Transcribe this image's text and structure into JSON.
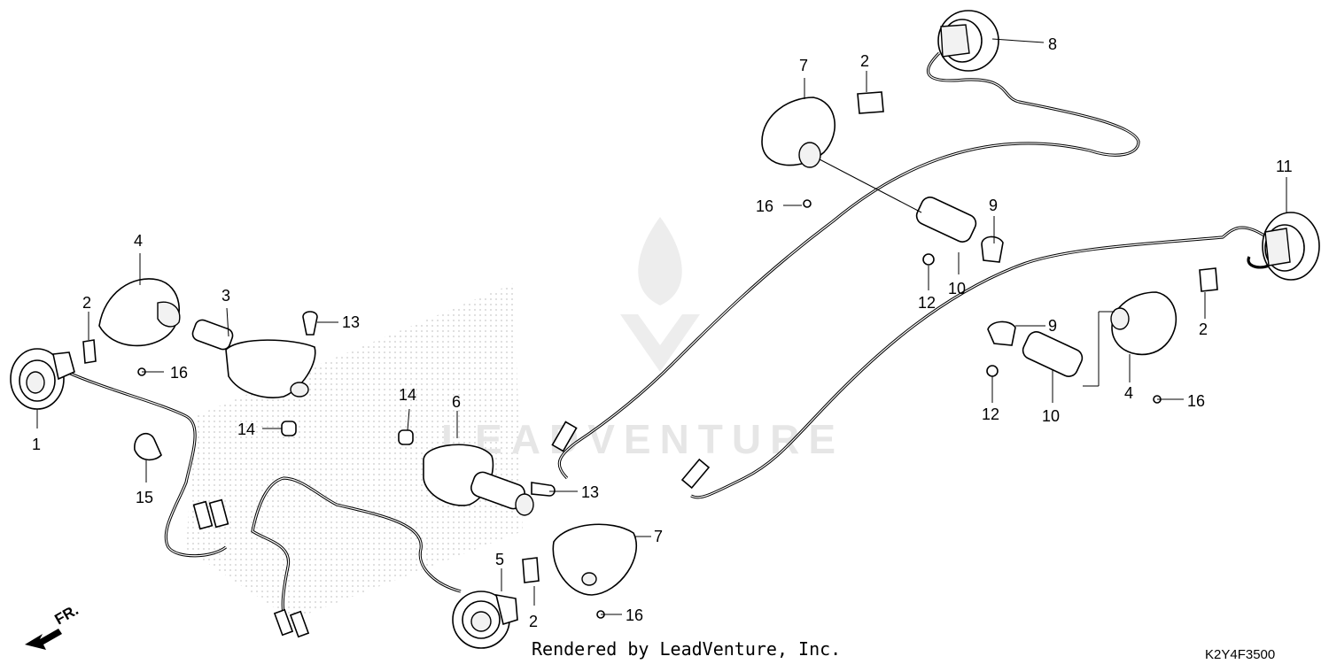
{
  "watermark": {
    "brand": "LEADVENTURE"
  },
  "footer": {
    "credit": "Rendered by LeadVenture, Inc.",
    "diagram_code": "K2Y4F3500"
  },
  "direction": {
    "label": "FR."
  },
  "callouts": [
    {
      "id": "c1",
      "n": "1"
    },
    {
      "id": "c2a",
      "n": "2"
    },
    {
      "id": "c2b",
      "n": "2"
    },
    {
      "id": "c2c",
      "n": "2"
    },
    {
      "id": "c2d",
      "n": "2"
    },
    {
      "id": "c3",
      "n": "3"
    },
    {
      "id": "c4a",
      "n": "4"
    },
    {
      "id": "c4b",
      "n": "4"
    },
    {
      "id": "c5",
      "n": "5"
    },
    {
      "id": "c6",
      "n": "6"
    },
    {
      "id": "c7a",
      "n": "7"
    },
    {
      "id": "c7b",
      "n": "7"
    },
    {
      "id": "c8",
      "n": "8"
    },
    {
      "id": "c9a",
      "n": "9"
    },
    {
      "id": "c9b",
      "n": "9"
    },
    {
      "id": "c10a",
      "n": "10"
    },
    {
      "id": "c10b",
      "n": "10"
    },
    {
      "id": "c11",
      "n": "11"
    },
    {
      "id": "c12a",
      "n": "12"
    },
    {
      "id": "c12b",
      "n": "12"
    },
    {
      "id": "c13a",
      "n": "13"
    },
    {
      "id": "c13b",
      "n": "13"
    },
    {
      "id": "c14a",
      "n": "14"
    },
    {
      "id": "c14b",
      "n": "14"
    },
    {
      "id": "c15",
      "n": "15"
    },
    {
      "id": "c16a",
      "n": "16"
    },
    {
      "id": "c16b",
      "n": "16"
    },
    {
      "id": "c16c",
      "n": "16"
    },
    {
      "id": "c16d",
      "n": "16"
    }
  ]
}
